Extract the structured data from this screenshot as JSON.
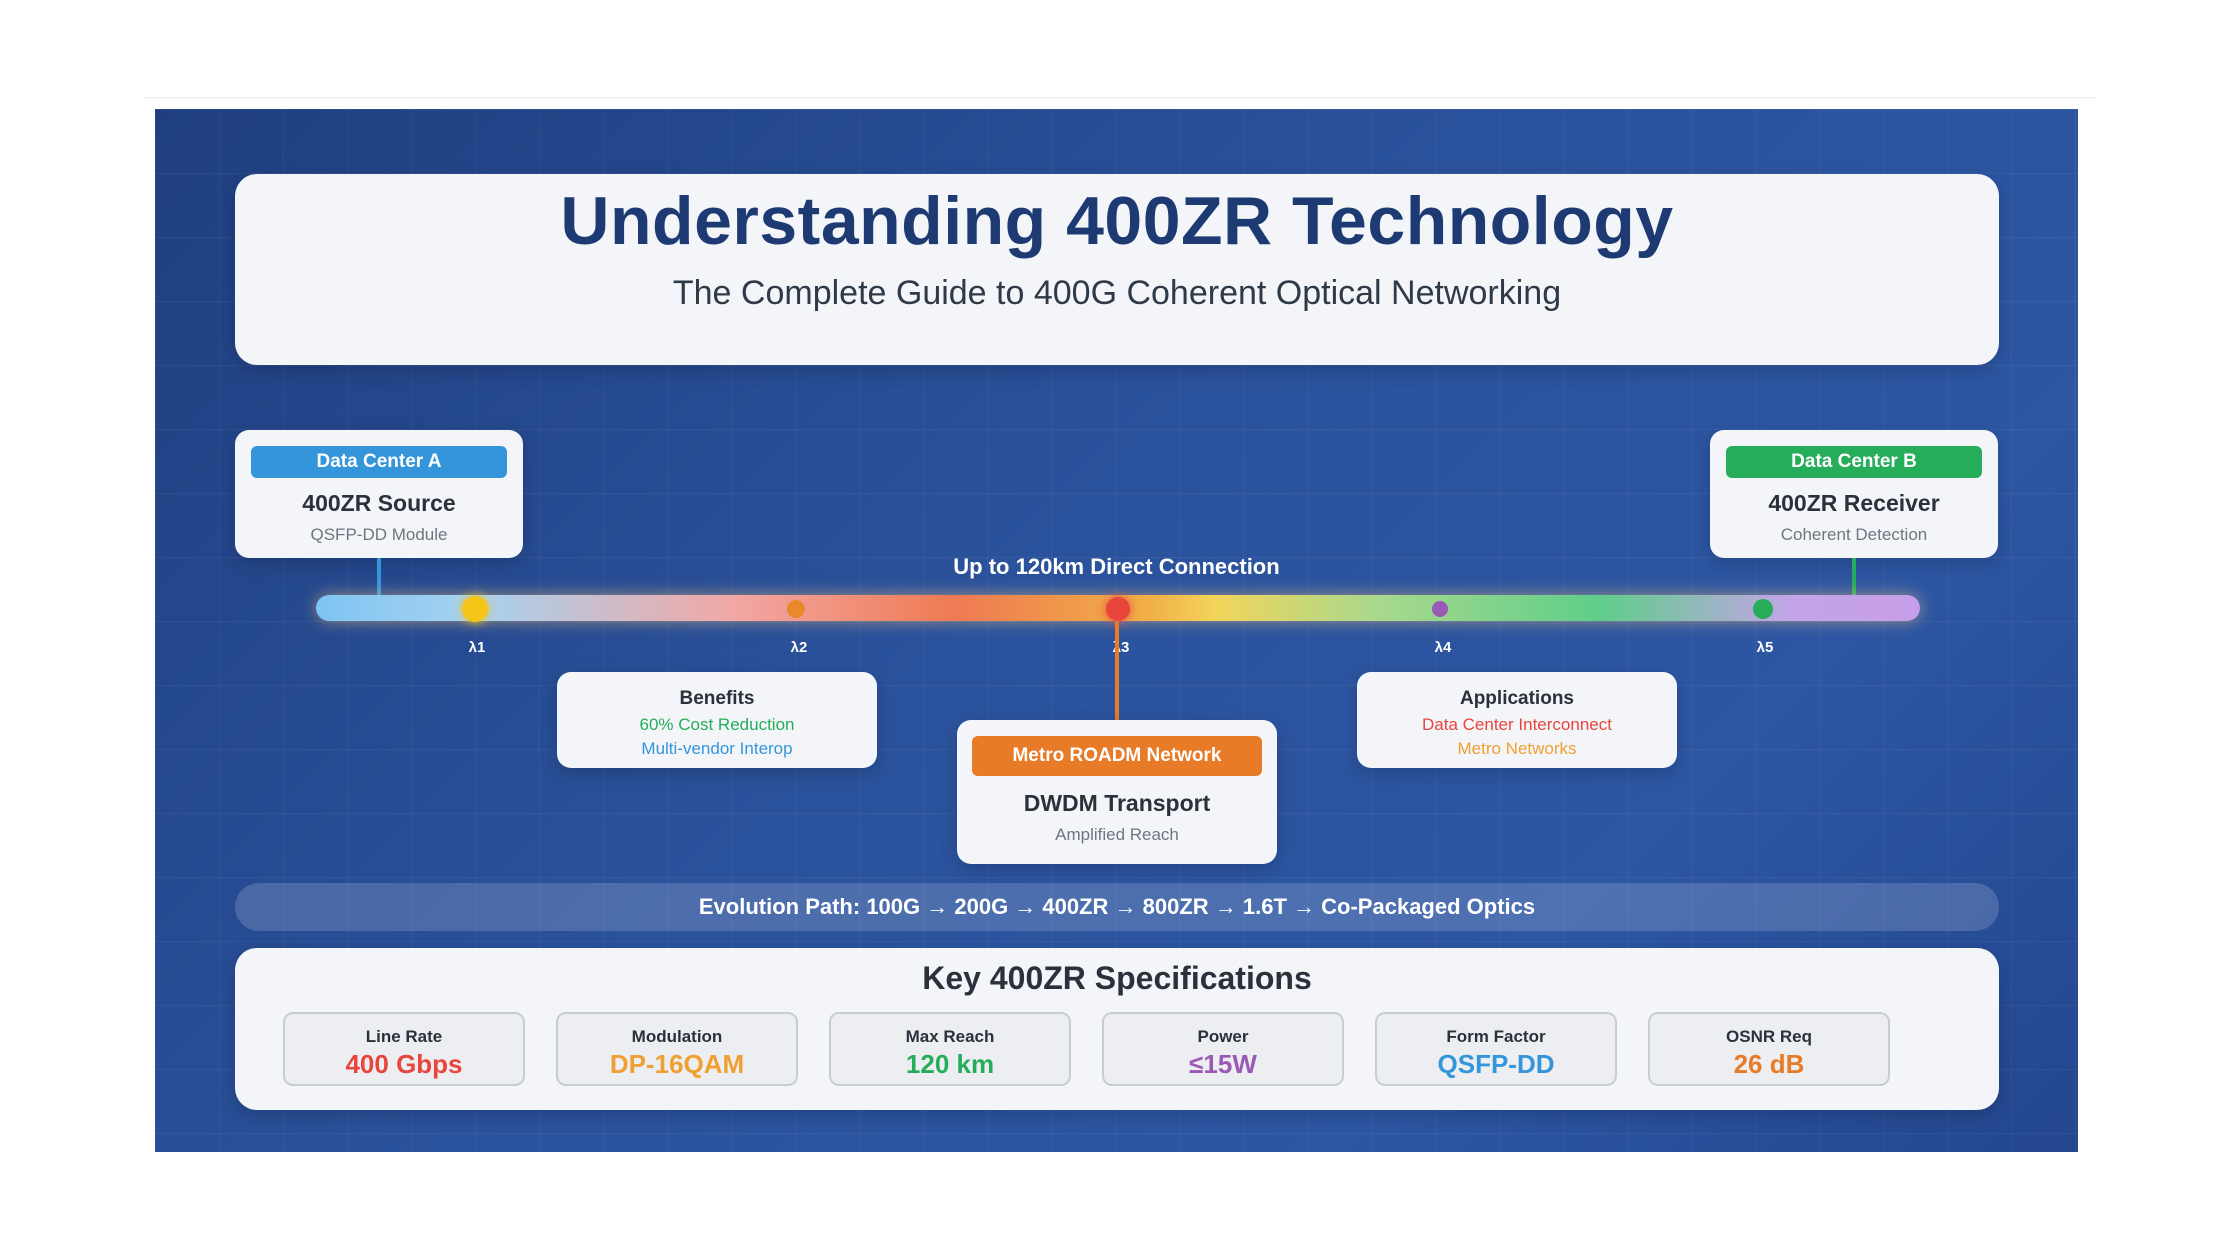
{
  "header": {
    "title": "Understanding 400ZR Technology",
    "subtitle": "The Complete Guide to 400G Coherent Optical Networking"
  },
  "source": {
    "badge": "Data Center A",
    "title": "400ZR Source",
    "subtitle": "QSFP-DD Module",
    "color": "#3595db"
  },
  "receiver": {
    "badge": "Data Center B",
    "title": "400ZR Receiver",
    "subtitle": "Coherent Detection",
    "color": "#25ad5a"
  },
  "connection_label": "Up to 120km Direct Connection",
  "wavelengths": [
    {
      "label": "λ1",
      "color": "#f5c518"
    },
    {
      "label": "λ2",
      "color": "#e8892c"
    },
    {
      "label": "λ3",
      "color": "#e8453c"
    },
    {
      "label": "λ4",
      "color": "#9b59b6"
    },
    {
      "label": "λ5",
      "color": "#25ad5a"
    }
  ],
  "benefits": {
    "title": "Benefits",
    "items": [
      {
        "text": "60% Cost Reduction",
        "color": "#25ad5a"
      },
      {
        "text": "Multi-vendor Interop",
        "color": "#3595db"
      }
    ]
  },
  "metro": {
    "badge": "Metro ROADM Network",
    "title": "DWDM Transport",
    "subtitle": "Amplified Reach",
    "color": "#e87b27"
  },
  "applications": {
    "title": "Applications",
    "items": [
      {
        "text": "Data Center Interconnect",
        "color": "#e8453c"
      },
      {
        "text": "Metro Networks",
        "color": "#f0a030"
      }
    ]
  },
  "evolution": "Evolution Path: 100G → 200G → 400ZR → 800ZR → 1.6T → Co-Packaged Optics",
  "specs": {
    "title": "Key 400ZR Specifications",
    "items": [
      {
        "label": "Line Rate",
        "value": "400 Gbps",
        "color": "#e8453c"
      },
      {
        "label": "Modulation",
        "value": "DP-16QAM",
        "color": "#f0a030"
      },
      {
        "label": "Max Reach",
        "value": "120 km",
        "color": "#25ad5a"
      },
      {
        "label": "Power",
        "value": "≤15W",
        "color": "#9b59b6"
      },
      {
        "label": "Form Factor",
        "value": "QSFP-DD",
        "color": "#3595db"
      },
      {
        "label": "OSNR Req",
        "value": "26 dB",
        "color": "#e87b27"
      }
    ]
  }
}
